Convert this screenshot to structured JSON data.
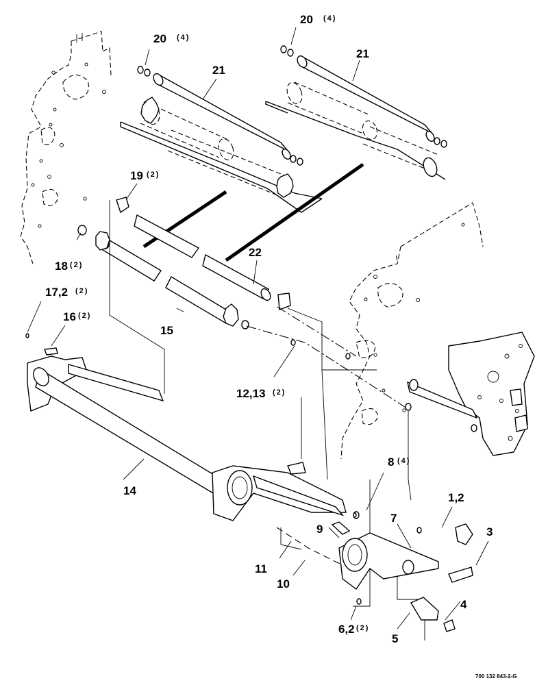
{
  "diagram": {
    "reference_code": "700 132 843-2-G",
    "callouts": [
      {
        "id": "c20a",
        "num": "20",
        "qty": "(4)"
      },
      {
        "id": "c21a",
        "num": "21",
        "qty": ""
      },
      {
        "id": "c20b",
        "num": "20",
        "qty": "(4)"
      },
      {
        "id": "c21b",
        "num": "21",
        "qty": ""
      },
      {
        "id": "c19",
        "num": "19",
        "qty": "(2)"
      },
      {
        "id": "c18",
        "num": "18",
        "qty": "(2)"
      },
      {
        "id": "c22",
        "num": "22",
        "qty": ""
      },
      {
        "id": "c17",
        "num": "17,2",
        "qty": "(2)"
      },
      {
        "id": "c16",
        "num": "16",
        "qty": "(2)"
      },
      {
        "id": "c15",
        "num": "15",
        "qty": ""
      },
      {
        "id": "c12",
        "num": "12,13",
        "qty": "(2)"
      },
      {
        "id": "c14",
        "num": "14",
        "qty": ""
      },
      {
        "id": "c8",
        "num": "8",
        "qty": "(4)"
      },
      {
        "id": "c1",
        "num": "1,2",
        "qty": ""
      },
      {
        "id": "c7",
        "num": "7",
        "qty": ""
      },
      {
        "id": "c3",
        "num": "3",
        "qty": ""
      },
      {
        "id": "c9",
        "num": "9",
        "qty": ""
      },
      {
        "id": "c11",
        "num": "11",
        "qty": ""
      },
      {
        "id": "c10",
        "num": "10",
        "qty": ""
      },
      {
        "id": "c4",
        "num": "4",
        "qty": ""
      },
      {
        "id": "c6",
        "num": "6,2",
        "qty": "(2)"
      },
      {
        "id": "c5",
        "num": "5",
        "qty": ""
      }
    ]
  }
}
